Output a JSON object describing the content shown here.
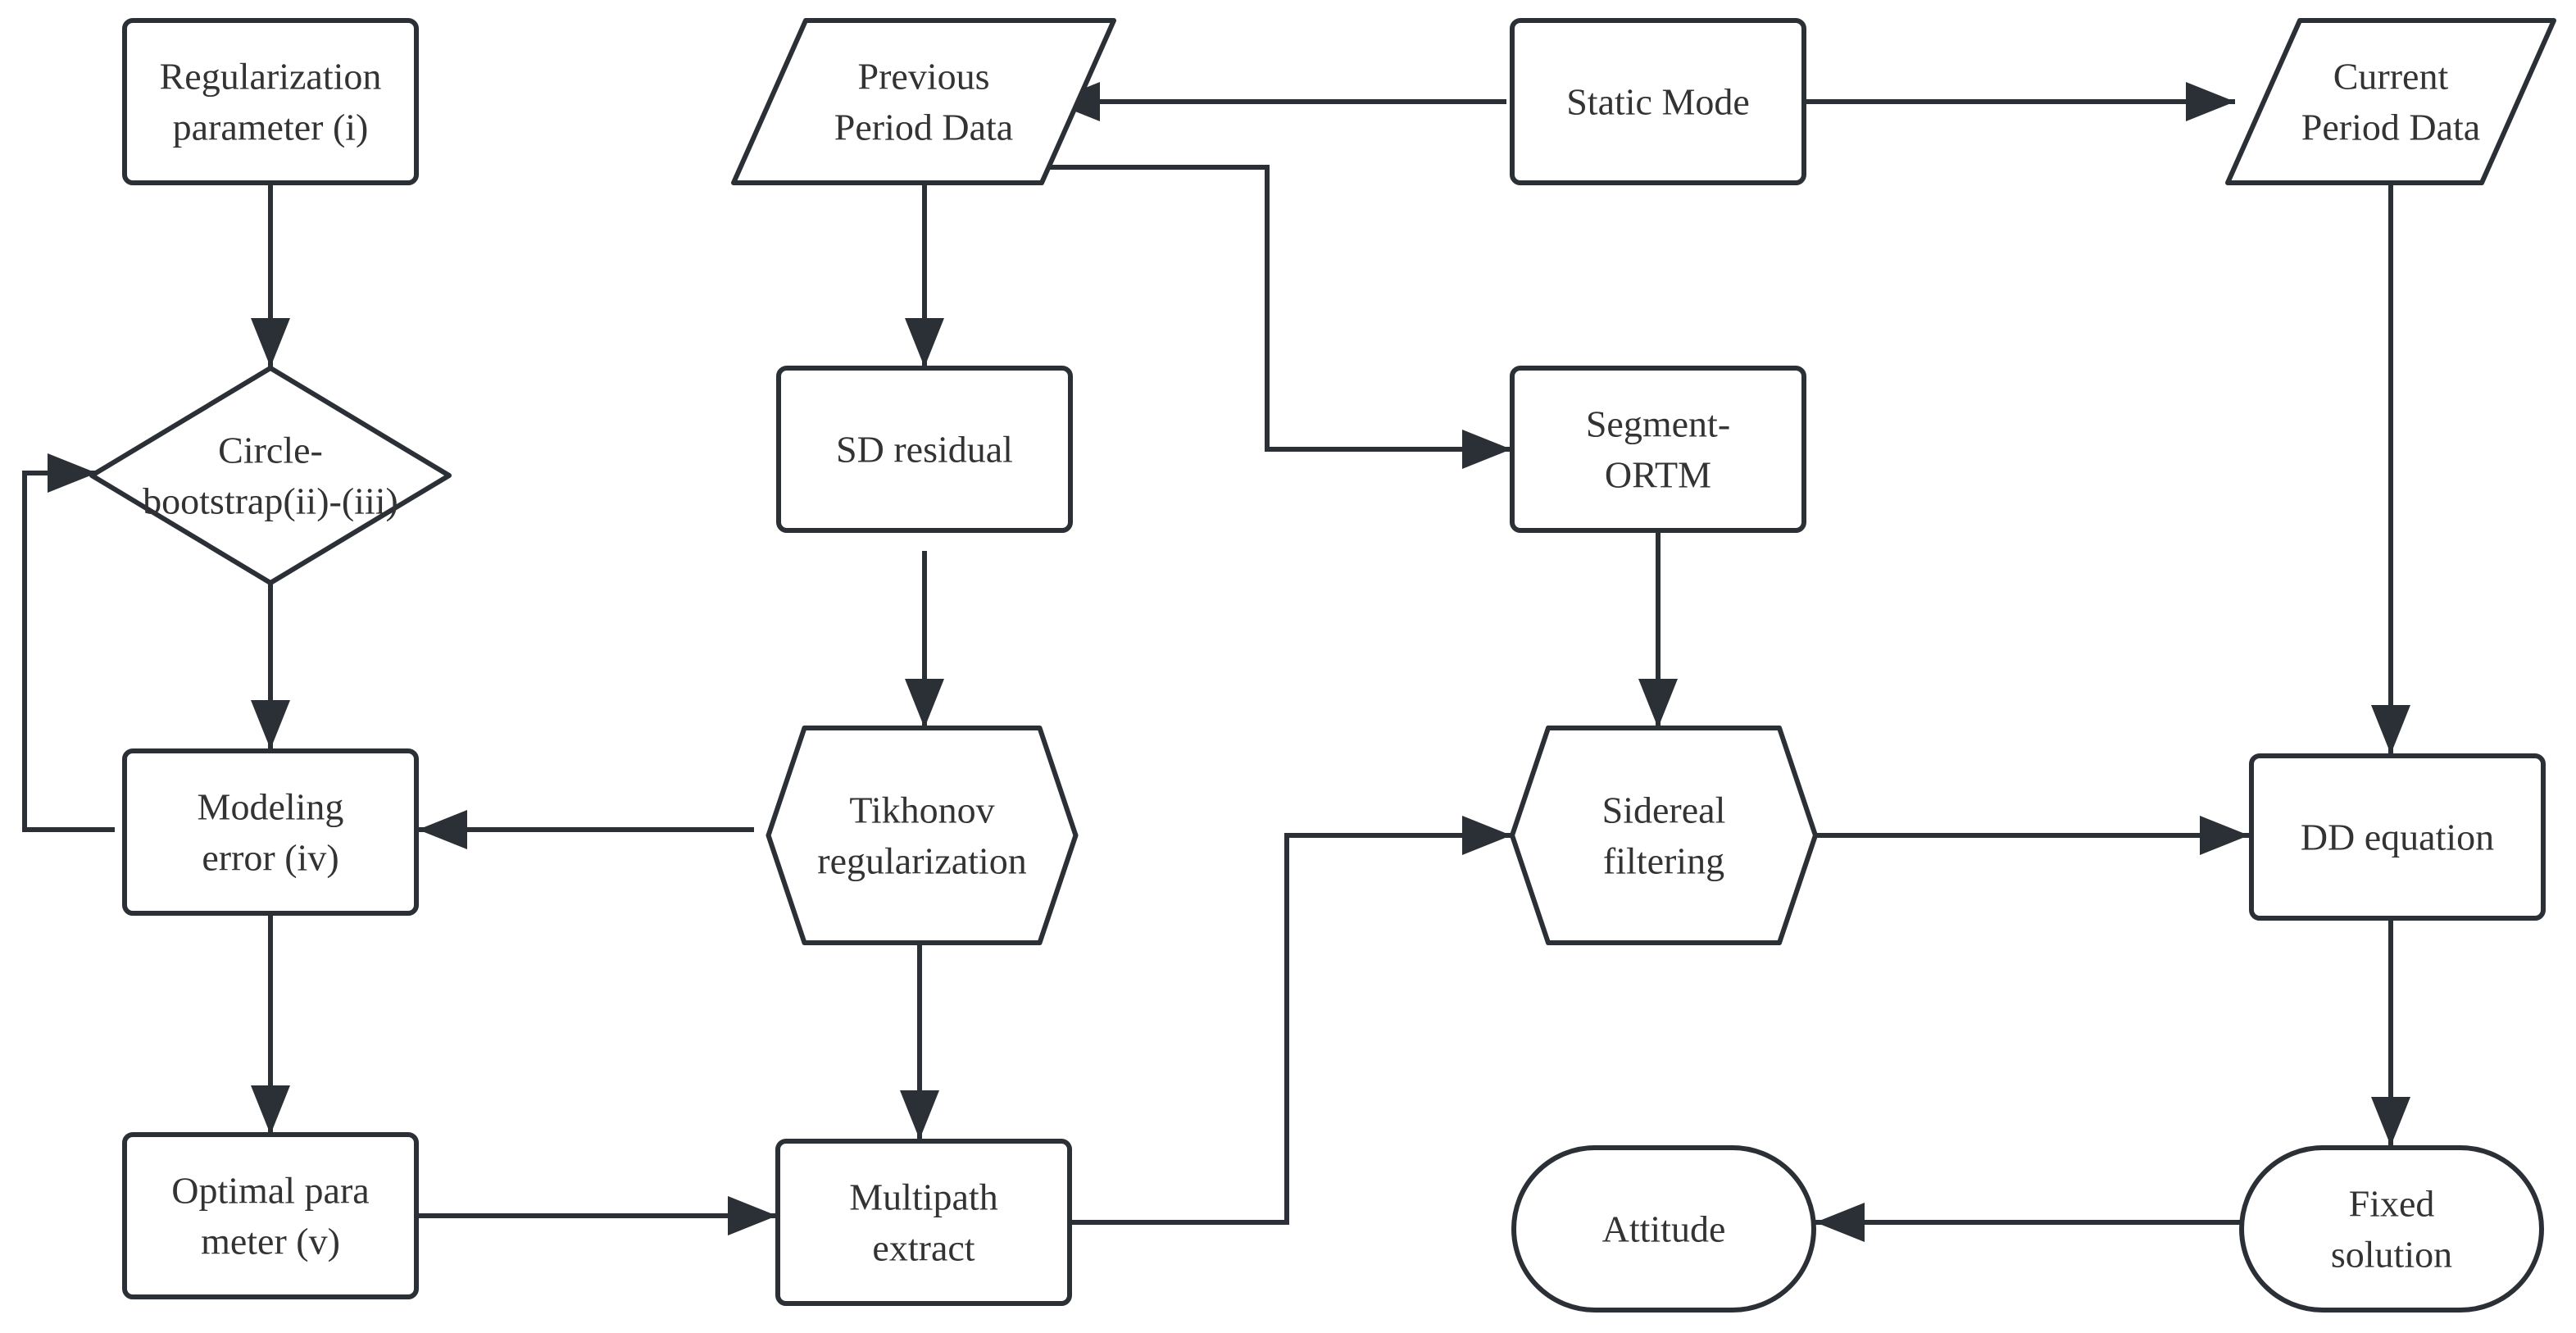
{
  "colors": {
    "stroke": "#2b3036",
    "fill": "#ffffff",
    "text": "#333333",
    "background": "#ffffff"
  },
  "nodes": [
    {
      "id": "reg_param",
      "shape": "rect",
      "lines": [
        "Regularization",
        "parameter (i)"
      ]
    },
    {
      "id": "prev_data",
      "shape": "parallelogram",
      "lines": [
        "Previous",
        "Period Data"
      ]
    },
    {
      "id": "static_mode",
      "shape": "rect",
      "lines": [
        "Static Mode"
      ]
    },
    {
      "id": "curr_data",
      "shape": "parallelogram",
      "lines": [
        "Current",
        "Period Data"
      ]
    },
    {
      "id": "circle_bootstrap",
      "shape": "diamond",
      "lines": [
        "Circle-",
        "bootstrap(ii)-(iii)"
      ]
    },
    {
      "id": "sd_residual",
      "shape": "rect",
      "lines": [
        "SD residual"
      ]
    },
    {
      "id": "segment_ortm",
      "shape": "rect",
      "lines": [
        "Segment-",
        "ORTM"
      ]
    },
    {
      "id": "modeling_error",
      "shape": "rect",
      "lines": [
        "Modeling",
        "error (iv)"
      ]
    },
    {
      "id": "tikhonov",
      "shape": "hexagon",
      "lines": [
        "Tikhonov",
        "regularization"
      ]
    },
    {
      "id": "sidereal",
      "shape": "hexagon",
      "lines": [
        "Sidereal",
        "filtering"
      ]
    },
    {
      "id": "dd_equation",
      "shape": "rect",
      "lines": [
        "DD equation"
      ]
    },
    {
      "id": "optimal_param",
      "shape": "rect",
      "lines": [
        "Optimal para",
        "meter (v)"
      ]
    },
    {
      "id": "multipath",
      "shape": "rect",
      "lines": [
        "Multipath",
        "extract"
      ]
    },
    {
      "id": "attitude",
      "shape": "pill",
      "lines": [
        "Attitude"
      ]
    },
    {
      "id": "fixed_solution",
      "shape": "pill",
      "lines": [
        "Fixed",
        "solution"
      ]
    }
  ],
  "edges": [
    {
      "from": "static_mode",
      "to": "prev_data"
    },
    {
      "from": "static_mode",
      "to": "curr_data"
    },
    {
      "from": "reg_param",
      "to": "circle_bootstrap"
    },
    {
      "from": "prev_data",
      "to": "sd_residual"
    },
    {
      "from": "prev_data",
      "to": "segment_ortm"
    },
    {
      "from": "curr_data",
      "to": "dd_equation"
    },
    {
      "from": "circle_bootstrap",
      "to": "modeling_error"
    },
    {
      "from": "modeling_error",
      "to": "circle_bootstrap"
    },
    {
      "from": "sd_residual",
      "to": "tikhonov"
    },
    {
      "from": "segment_ortm",
      "to": "sidereal"
    },
    {
      "from": "tikhonov",
      "to": "modeling_error"
    },
    {
      "from": "tikhonov",
      "to": "multipath"
    },
    {
      "from": "modeling_error",
      "to": "optimal_param"
    },
    {
      "from": "optimal_param",
      "to": "multipath"
    },
    {
      "from": "multipath",
      "to": "sidereal"
    },
    {
      "from": "sidereal",
      "to": "dd_equation"
    },
    {
      "from": "dd_equation",
      "to": "fixed_solution"
    },
    {
      "from": "fixed_solution",
      "to": "attitude"
    }
  ]
}
